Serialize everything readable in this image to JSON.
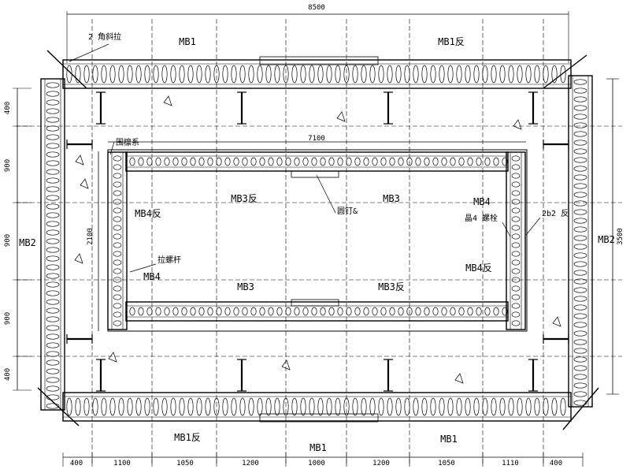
{
  "drawing": {
    "overall_width": "8500",
    "inner_width": "7100",
    "overall_height": "3500",
    "inner_height": "2100",
    "bottom_dims": [
      "400",
      "1100",
      "1050",
      "1200",
      "1000",
      "1200",
      "1050",
      "1110",
      "400"
    ],
    "left_dims": [
      "400",
      "900",
      "900",
      "900",
      "400"
    ]
  },
  "labels": {
    "mb1_top_left": "MB1",
    "mb1_top_right": "MB1反",
    "mb1_bot_left": "MB1反",
    "mb1_bot_mid": "MB1",
    "mb1_bot_right": "MB1",
    "mb2_left": "MB2",
    "mb2_right": "MB2",
    "mb3_top_left": "MB3反",
    "mb3_top_right": "MB3",
    "mb3_bot_left": "MB3",
    "mb3_bot_right": "MB3反",
    "mb4_left_top": "MB4反",
    "mb4_left_bot": "MB4",
    "mb4_right_top": "MB4",
    "mb4_right_bot": "MB4反"
  },
  "callouts": {
    "top_left": "2 角斜拉",
    "inner_left_top": "围檩系",
    "inner_center": "圆钉&",
    "inner_right_a": "晶4 螺栓",
    "inner_right_b": "2b2 反",
    "inner_left_mid": "拉螺杆"
  }
}
